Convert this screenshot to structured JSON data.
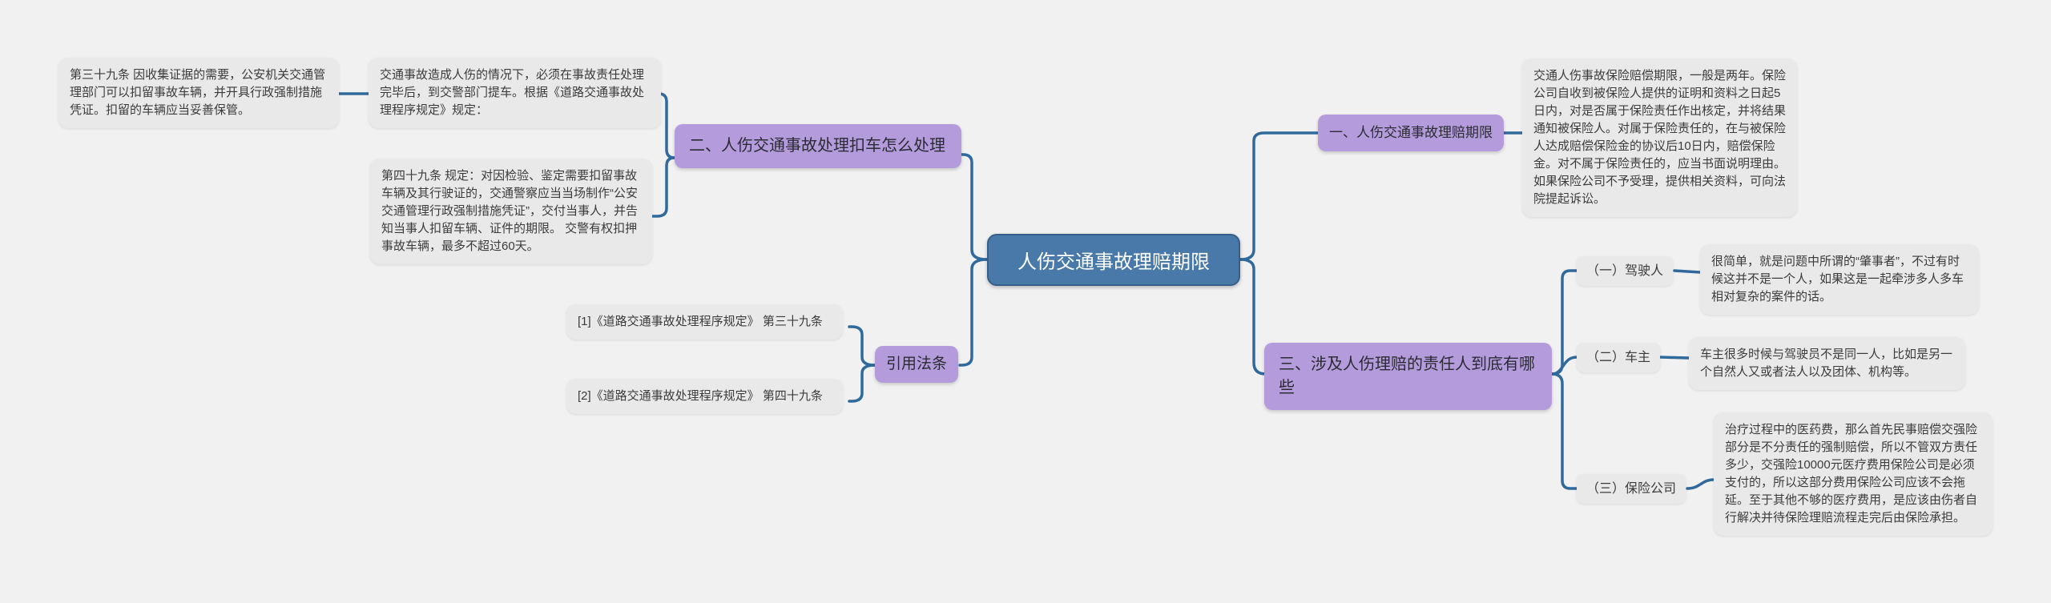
{
  "diagram": {
    "root_label": "人伤交通事故理赔期限",
    "colors": {
      "background": "#f1f1f1",
      "topic_purple": "#b49cdc",
      "root_blue": "#4979a8",
      "box_gray": "#e9e9e9",
      "connector_blue": "#306a9c"
    }
  },
  "left": {
    "topic2": "二、人伤交通事故处理扣车怎么处理",
    "topic2_intro": "交通事故造成人伤的情况下，必须在事故责任处理完毕后，到交警部门提车。根据《道路交通事故处理程序规定》规定：",
    "article39": "第三十九条 因收集证据的需要，公安机关交通管理部门可以扣留事故车辆，并开具行政强制措施凭证。扣留的车辆应当妥善保管。",
    "article49": "第四十九条 规定：对因检验、鉴定需要扣留事故车辆及其行驶证的，交通警察应当当场制作“公安交通管理行政强制措施凭证”，交付当事人，并告知当事人扣留车辆、证件的期限。 交警有权扣押事故车辆，最多不超过60天。",
    "citations_label": "引用法条",
    "citation1": "[1]《道路交通事故处理程序规定》 第三十九条",
    "citation2": "[2]《道路交通事故处理程序规定》 第四十九条"
  },
  "right": {
    "topic1": "一、人伤交通事故理赔期限",
    "topic1_detail": "交通人伤事故保险赔偿期限，一般是两年。保险公司自收到被保险人提供的证明和资料之日起5日内，对是否属于保险责任作出核定，并将结果通知被保险人。对属于保险责任的，在与被保险人达成赔偿保险金的协议后10日内，赔偿保险金。对不属于保险责任的，应当书面说明理由。如果保险公司不予受理，提供相关资料，可向法院提起诉讼。",
    "topic3": "三、涉及人伤理赔的责任人到底有哪些",
    "driver_label": "（一）驾驶人",
    "driver_detail": "很简单，就是问题中所谓的“肇事者”，不过有时候这并不是一个人，如果这是一起牵涉多人多车相对复杂的案件的话。",
    "owner_label": "（二）车主",
    "owner_detail": "车主很多时候与驾驶员不是同一人，比如是另一个自然人又或者法人以及团体、机构等。",
    "insurer_label": "（三）保险公司",
    "insurer_detail": "治疗过程中的医药费，那么首先民事赔偿交强险部分是不分责任的强制赔偿，所以不管双方责任多少，交强险10000元医疗费用保险公司是必须支付的，所以这部分费用保险公司应该不会拖延。至于其他不够的医疗费用，是应该由伤者自行解决并待保险理赔流程走完后由保险承担。"
  }
}
